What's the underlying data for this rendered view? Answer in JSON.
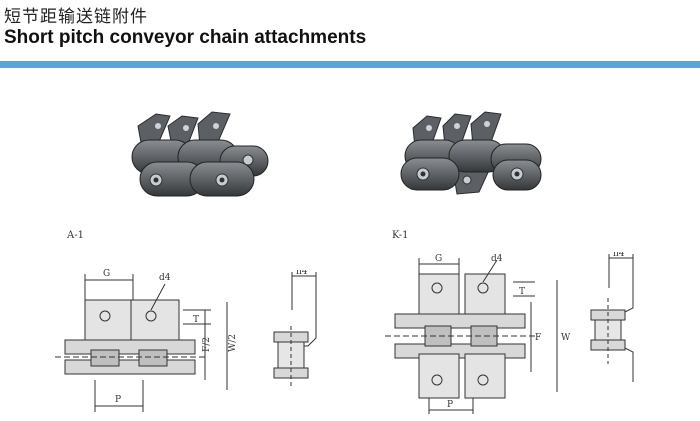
{
  "header": {
    "title_cn": "短节距输送链附件",
    "title_en": "Short pitch conveyor chain attachments",
    "bar_color": "#5aa5d6"
  },
  "diagrams": {
    "a1": {
      "label": "A-1",
      "dims": {
        "G": "G",
        "d4": "d4",
        "T": "T",
        "F2": "F/2",
        "W2": "W/2",
        "P": "P",
        "h4": "h4"
      }
    },
    "k1": {
      "label": "K-1",
      "dims": {
        "G": "G",
        "d4": "d4",
        "T": "T",
        "F": "F",
        "W": "W",
        "P": "P",
        "h4": "h4"
      }
    }
  },
  "colors": {
    "steel": "#4a4d50",
    "steel_light": "#7b7f83",
    "plate_fill": "#cfcfcf",
    "line": "#333333"
  }
}
